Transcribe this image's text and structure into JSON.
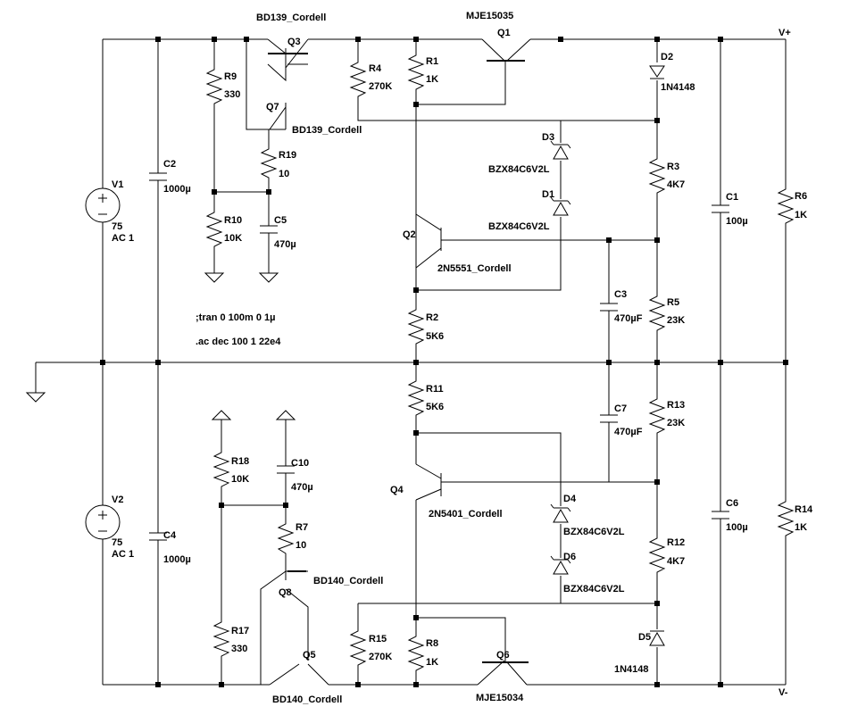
{
  "rails": {
    "positive": "V+",
    "negative": "V-"
  },
  "directives": {
    "tran": ";tran 0 100m 0 1µ",
    "ac": ".ac dec 100 1 22e4"
  },
  "sources": [
    {
      "ref": "V1",
      "value": "75",
      "ac": "AC 1"
    },
    {
      "ref": "V2",
      "value": "75",
      "ac": "AC 1"
    }
  ],
  "resistors": [
    {
      "ref": "R1",
      "value": "1K"
    },
    {
      "ref": "R2",
      "value": "5K6"
    },
    {
      "ref": "R3",
      "value": "4K7"
    },
    {
      "ref": "R4",
      "value": "270K"
    },
    {
      "ref": "R5",
      "value": "23K"
    },
    {
      "ref": "R6",
      "value": "1K"
    },
    {
      "ref": "R7",
      "value": "10"
    },
    {
      "ref": "R8",
      "value": "1K"
    },
    {
      "ref": "R9",
      "value": "330"
    },
    {
      "ref": "R10",
      "value": "10K"
    },
    {
      "ref": "R11",
      "value": "5K6"
    },
    {
      "ref": "R12",
      "value": "4K7"
    },
    {
      "ref": "R13",
      "value": "23K"
    },
    {
      "ref": "R14",
      "value": "1K"
    },
    {
      "ref": "R15",
      "value": "270K"
    },
    {
      "ref": "R17",
      "value": "330"
    },
    {
      "ref": "R18",
      "value": "10K"
    },
    {
      "ref": "R19",
      "value": "10"
    }
  ],
  "capacitors": [
    {
      "ref": "C1",
      "value": "100µ"
    },
    {
      "ref": "C2",
      "value": "1000µ"
    },
    {
      "ref": "C3",
      "value": "470µF"
    },
    {
      "ref": "C4",
      "value": "1000µ"
    },
    {
      "ref": "C5",
      "value": "470µ"
    },
    {
      "ref": "C6",
      "value": "100µ"
    },
    {
      "ref": "C7",
      "value": "470µF"
    },
    {
      "ref": "C10",
      "value": "470µ"
    }
  ],
  "diodes": [
    {
      "ref": "D1",
      "part": "BZX84C6V2L"
    },
    {
      "ref": "D2",
      "part": "1N4148"
    },
    {
      "ref": "D3",
      "part": "BZX84C6V2L"
    },
    {
      "ref": "D4",
      "part": "BZX84C6V2L"
    },
    {
      "ref": "D5",
      "part": "1N4148"
    },
    {
      "ref": "D6",
      "part": "BZX84C6V2L"
    }
  ],
  "transistors": [
    {
      "ref": "Q1",
      "part": "MJE15035"
    },
    {
      "ref": "Q2",
      "part": "2N5551_Cordell"
    },
    {
      "ref": "Q3",
      "part": "BD139_Cordell"
    },
    {
      "ref": "Q4",
      "part": "2N5401_Cordell"
    },
    {
      "ref": "Q5",
      "part": "BD140_Cordell"
    },
    {
      "ref": "Q6",
      "part": "MJE15034"
    },
    {
      "ref": "Q7",
      "part": "BD139_Cordell"
    },
    {
      "ref": "Q8",
      "part": "BD140_Cordell"
    }
  ]
}
